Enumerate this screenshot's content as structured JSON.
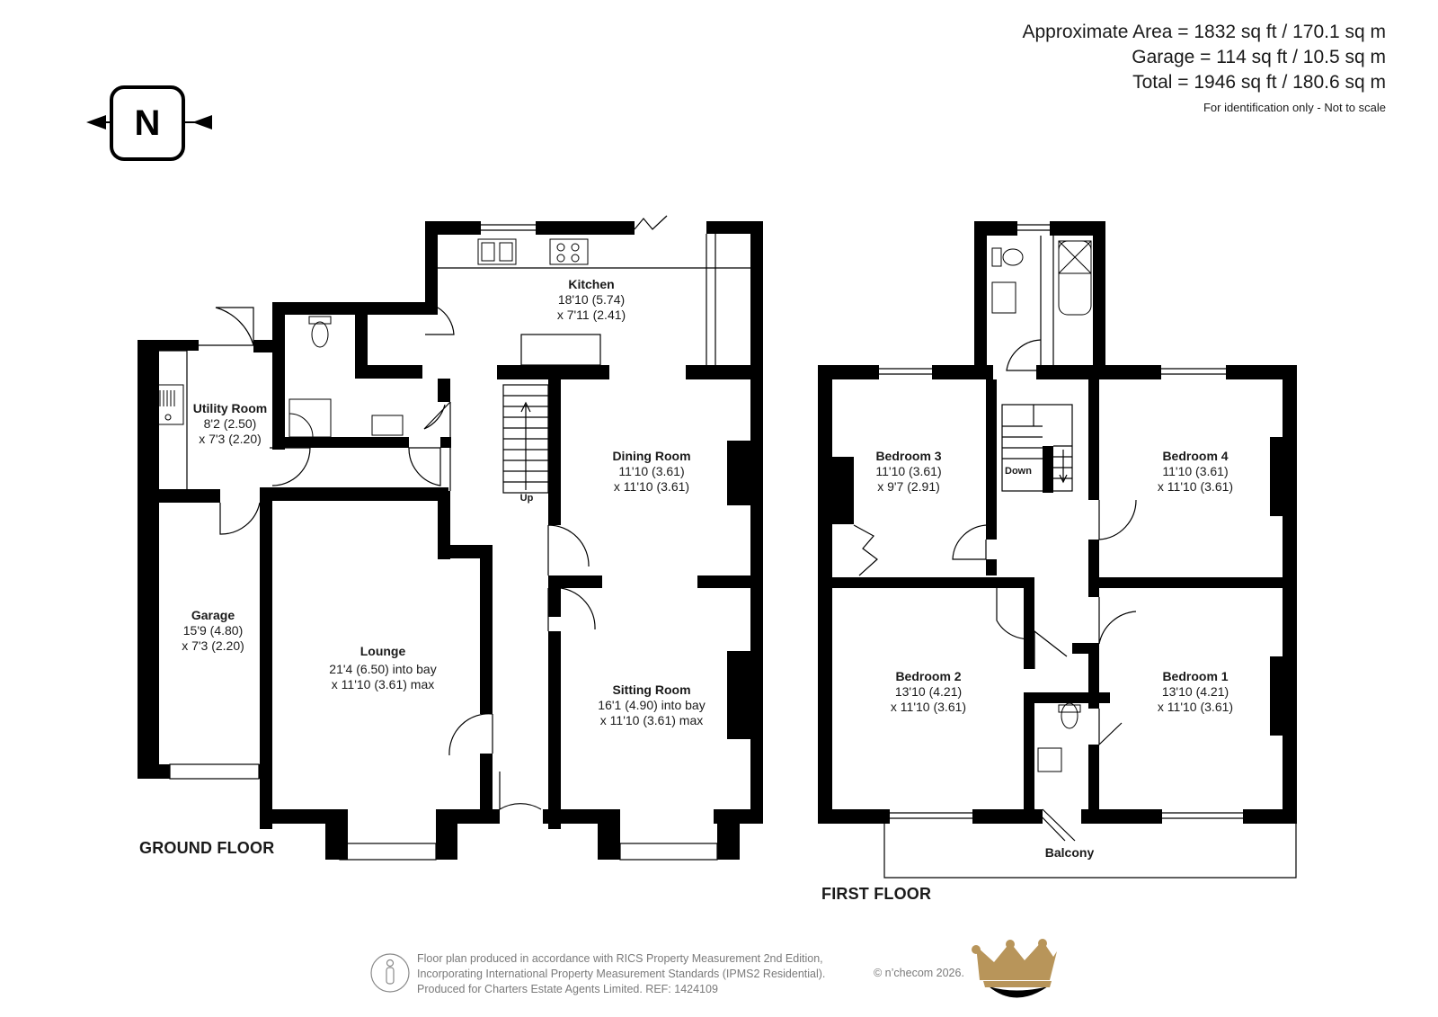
{
  "areas": {
    "approximate": "Approximate Area = 1832 sq ft / 170.1 sq m",
    "garage": "Garage = 114 sq ft / 10.5 sq m",
    "total": "Total = 1946 sq ft / 180.6 sq m",
    "note": "For identification only - Not to scale"
  },
  "compass": {
    "letter": "N",
    "icon": "compass-north-icon"
  },
  "ground_floor": {
    "label": "GROUND FLOOR",
    "stairs_label": "Up",
    "rooms": {
      "kitchen": {
        "name": "Kitchen",
        "dim1": "18'10 (5.74)",
        "dim2": "x 7'11 (2.41)"
      },
      "utility": {
        "name": "Utility Room",
        "dim1": "8'2 (2.50)",
        "dim2": "x 7'3 (2.20)"
      },
      "dining": {
        "name": "Dining Room",
        "dim1": "11'10 (3.61)",
        "dim2": "x 11'10 (3.61)"
      },
      "garage": {
        "name": "Garage",
        "dim1": "15'9 (4.80)",
        "dim2": "x 7'3 (2.20)"
      },
      "lounge": {
        "name": "Lounge",
        "dim1": "21'4 (6.50) into bay",
        "dim2": "x 11'10 (3.61) max"
      },
      "sitting": {
        "name": "Sitting Room",
        "dim1": "16'1 (4.90) into bay",
        "dim2": "x 11'10 (3.61) max"
      }
    }
  },
  "first_floor": {
    "label": "FIRST FLOOR",
    "stairs_label": "Down",
    "rooms": {
      "bedroom3": {
        "name": "Bedroom 3",
        "dim1": "11'10 (3.61)",
        "dim2": "x 9'7 (2.91)"
      },
      "bedroom4": {
        "name": "Bedroom 4",
        "dim1": "11'10 (3.61)",
        "dim2": "x 11'10 (3.61)"
      },
      "bedroom2": {
        "name": "Bedroom 2",
        "dim1": "13'10 (4.21)",
        "dim2": "x 11'10 (3.61)"
      },
      "bedroom1": {
        "name": "Bedroom 1",
        "dim1": "13'10 (4.21)",
        "dim2": "x 11'10 (3.61)"
      },
      "balcony": {
        "name": "Balcony"
      }
    }
  },
  "footer": {
    "line1": "Floor plan produced in accordance with RICS Property Measurement 2nd Edition,",
    "line2": "Incorporating International Property Measurement Standards (IPMS2 Residential).",
    "line3": "Produced for Charters Estate Agents Limited.   REF: 1424109",
    "copyright": "© n’checom 2026.",
    "logo_icon": "crown-logo-icon",
    "person_icon": "person-icon"
  },
  "colors": {
    "wall": "#000000",
    "fixture": "#555555",
    "footer_text": "#7a7a7a",
    "crown_gold": "#b8955a"
  }
}
